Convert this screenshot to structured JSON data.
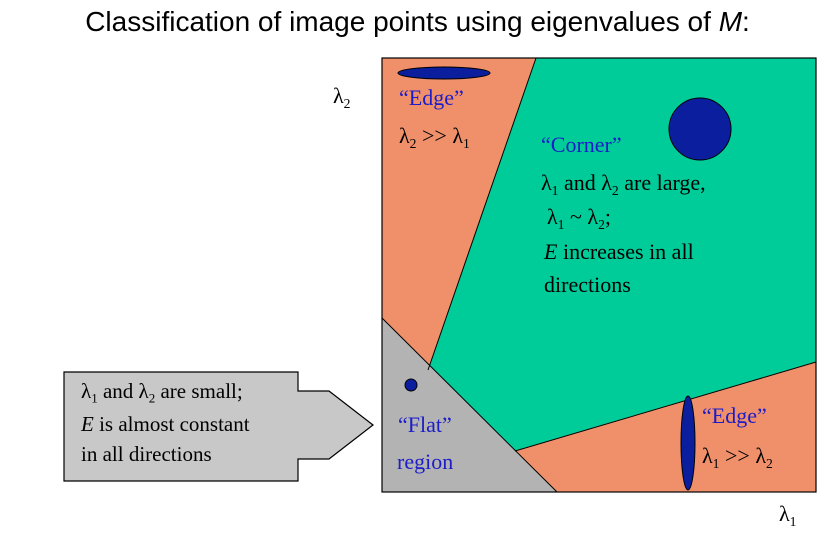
{
  "title": {
    "prefix": "Classification of image points using eigenvalues of ",
    "symbol": "M",
    "suffix": ":"
  },
  "axes": {
    "y": {
      "symbol": "λ",
      "sub": "2"
    },
    "x": {
      "symbol": "λ",
      "sub": "1"
    }
  },
  "regions": {
    "edge_top": {
      "name": "“Edge”",
      "relation": {
        "a": "λ",
        "a_sub": "2",
        "op": " >> ",
        "b": "λ",
        "b_sub": "1"
      }
    },
    "corner": {
      "name": "“Corner”",
      "line1": {
        "a": "λ",
        "a_sub": "1",
        "mid": " and ",
        "b": "λ",
        "b_sub": "2",
        "tail": " are large,"
      },
      "line2": {
        "a": "λ",
        "a_sub": "1",
        "op": " ~ ",
        "b": "λ",
        "b_sub": "2",
        "tail": ";"
      },
      "line3": {
        "e": "E",
        "tail": " increases in all"
      },
      "line4": "directions"
    },
    "flat": {
      "line1": "“Flat”",
      "line2": "region"
    },
    "edge_right": {
      "name": "“Edge”",
      "relation": {
        "a": "λ",
        "a_sub": "1",
        "op": " >> ",
        "b": "λ",
        "b_sub": "2"
      }
    }
  },
  "callout": {
    "line1": {
      "a": "λ",
      "a_sub": "1",
      "mid": " and ",
      "b": "λ",
      "b_sub": "2",
      "tail": " are small;"
    },
    "line2": {
      "e": "E",
      "tail": " is almost constant"
    },
    "line3": "in all directions"
  },
  "colors": {
    "edge_region": "#f0906a",
    "corner_region": "#00cc99",
    "flat_region": "#b3b3b3",
    "ellipse_fill": "#0b1f9e",
    "label_blue": "#1c1cc8",
    "callout_fill": "#c8c8c8"
  }
}
